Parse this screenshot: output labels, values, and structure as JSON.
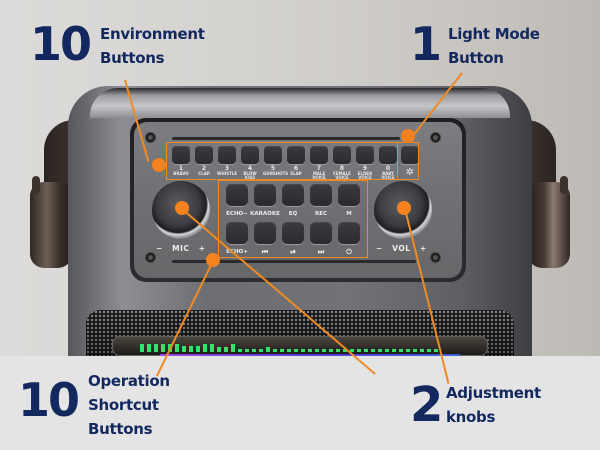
{
  "callouts": {
    "environment": {
      "number": "10",
      "line1": "Environment",
      "line2": "Buttons"
    },
    "light_mode": {
      "number": "1",
      "line1": "Light Mode",
      "line2": "Button"
    },
    "operation": {
      "number": "10",
      "line1": "Operation",
      "line2": "Shortcut",
      "line3": "Buttons"
    },
    "adjustment": {
      "number": "2",
      "line1": "Adjustment",
      "line2": "knobs"
    }
  },
  "environment_buttons": [
    {
      "num": "1",
      "label": "BRAVO"
    },
    {
      "num": "2",
      "label": "CLAP"
    },
    {
      "num": "3",
      "label": "WHISTLE"
    },
    {
      "num": "4",
      "label": "BLOW KISS"
    },
    {
      "num": "5",
      "label": "GUNSHOTS"
    },
    {
      "num": "6",
      "label": "SLAP"
    },
    {
      "num": "7",
      "label": "MALE VOICE"
    },
    {
      "num": "8",
      "label": "FEMALE VOICE"
    },
    {
      "num": "9",
      "label": "ELDER VOICE"
    },
    {
      "num": "0",
      "label": "BABY VOICE"
    }
  ],
  "light_mode_button": {
    "icon": "light-icon",
    "glyph": "✲"
  },
  "operation_buttons": {
    "row1": [
      "ECHO−",
      "KARAOKE",
      "EQ",
      "REC",
      "M"
    ],
    "row2": [
      "ECHO+",
      "⏮",
      "⏯",
      "⏭",
      "⏻"
    ]
  },
  "knobs": {
    "mic": {
      "minus": "−",
      "label": "MIC",
      "plus": "+"
    },
    "vol": {
      "minus": "−",
      "label": "VOL",
      "plus": "+"
    }
  },
  "colors": {
    "accent": "#f5821f",
    "text": "#13285e",
    "eq_green": "#35e06b"
  }
}
